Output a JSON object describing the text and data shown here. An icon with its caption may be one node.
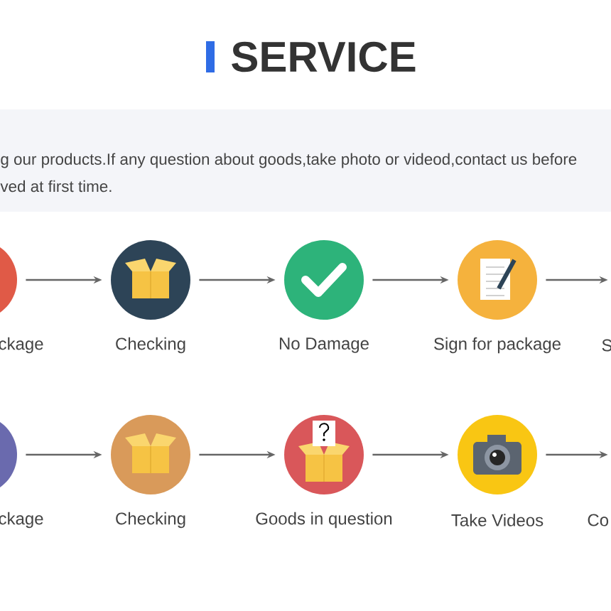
{
  "diagram": {
    "title": "SERVICE",
    "nodes": [
      {
        "text": [
          "ckage"
        ]
      },
      {
        "text": [
          "Checking"
        ]
      },
      {
        "text": [
          "No Damage"
        ]
      },
      {
        "text": [
          "Sign for package"
        ]
      },
      {
        "text": [
          "S"
        ]
      },
      {
        "text": [
          "ckage"
        ]
      },
      {
        "text": [
          "Checking"
        ]
      },
      {
        "text": [
          "Goods in question"
        ]
      },
      {
        "text": [
          "Take Videos"
        ]
      },
      {
        "text": [
          "Co"
        ]
      }
    ],
    "edges": [
      {
        "from": 0,
        "to": 1,
        "arrow": "to"
      },
      {
        "from": 1,
        "to": 2,
        "arrow": "to"
      },
      {
        "from": 2,
        "to": 3,
        "arrow": "to"
      },
      {
        "from": 3,
        "to": 4,
        "arrow": "to"
      },
      {
        "from": 5,
        "to": 6,
        "arrow": "to"
      },
      {
        "from": 6,
        "to": 7,
        "arrow": "to"
      },
      {
        "from": 7,
        "to": 8,
        "arrow": "to"
      },
      {
        "from": 8,
        "to": 9,
        "arrow": "to"
      }
    ],
    "labels": [
      "g our products.If any question about goods,take photo or videod,contact us before",
      "ved at first time."
    ]
  }
}
